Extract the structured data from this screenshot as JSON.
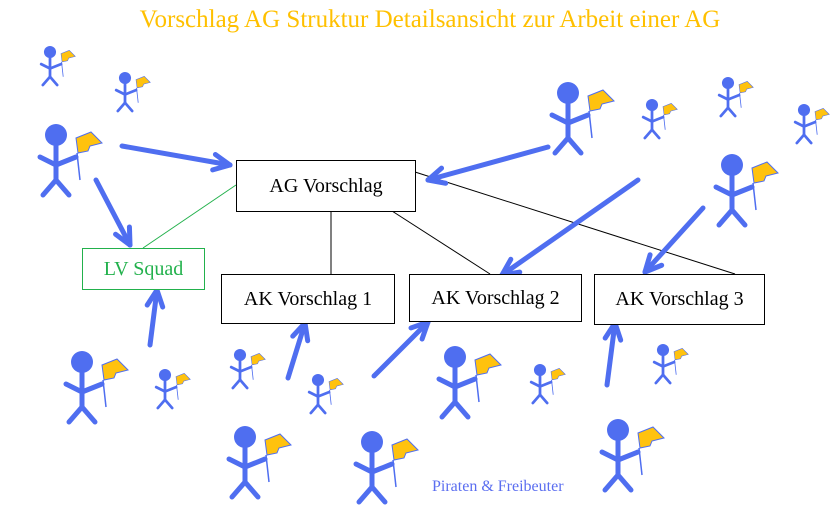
{
  "title": "Vorschlag AG Struktur Detailsansicht zur Arbeit einer AG",
  "nodes": {
    "ag": "AG Vorschlag",
    "lv": "LV Squad",
    "ak1": "AK Vorschlag 1",
    "ak2": "AK Vorschlag 2",
    "ak3": "AK Vorschlag 3"
  },
  "footer": "Piraten & Freibeuter",
  "colors": {
    "figure": "#4f6ef0",
    "flag": "#ffc20e",
    "title": "#ffc000",
    "lv": "#22b14c"
  }
}
